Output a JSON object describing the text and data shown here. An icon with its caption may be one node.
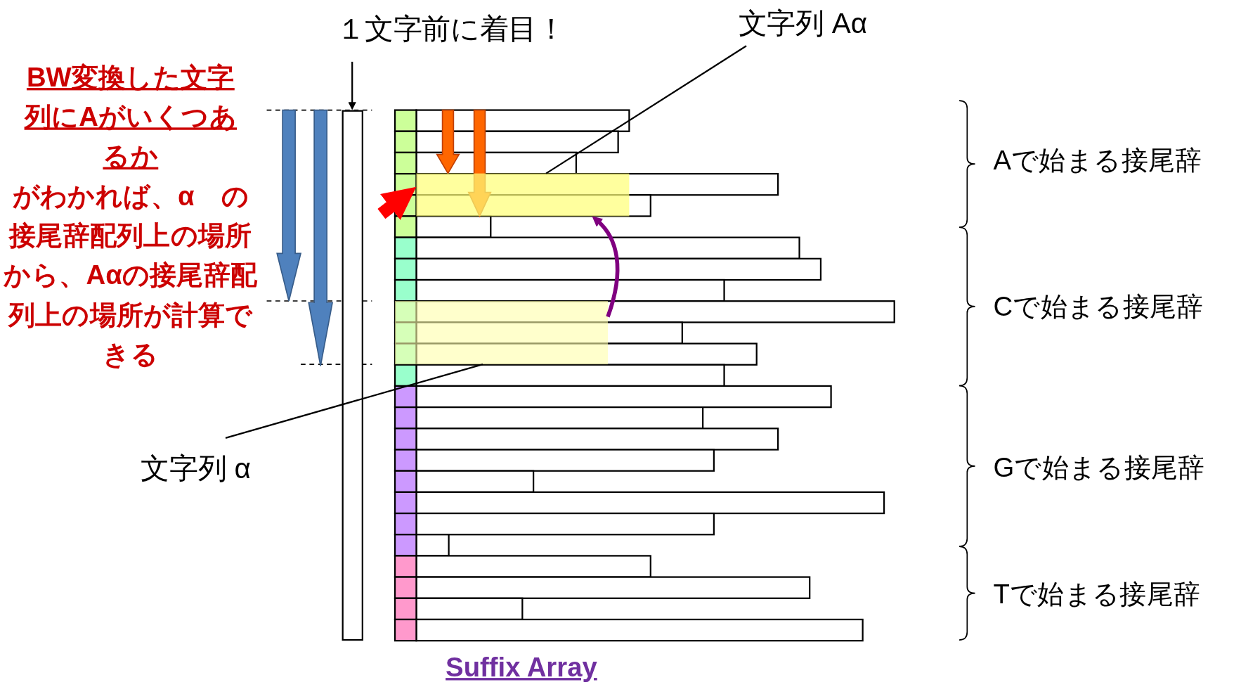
{
  "diagram": {
    "nodes": [
      {
        "text": [
          "１文字前に着目！"
        ]
      },
      {
        "text": [
          "文字列 Aα"
        ]
      },
      {
        "text": [],
        "shape": "bar"
      },
      {
        "text": [],
        "shape": "box"
      },
      {
        "text": [],
        "shape": "box"
      },
      {
        "text": [
          "文字列 α"
        ]
      }
    ],
    "edges": [
      {
        "from": 0,
        "to": 2,
        "arrow": "to"
      },
      {
        "from": 1,
        "to": 3,
        "arrow": "none"
      },
      {
        "from": 5,
        "to": 4,
        "arrow": "none"
      },
      {
        "from": 4,
        "to": 3,
        "arrow": "to",
        "style": "thick",
        "color": "#800080"
      },
      {
        "from": null,
        "to": 3,
        "arrow": "to",
        "style": "thick",
        "color": "#ff0000"
      }
    ],
    "labels": [
      "BW変換した文字列にAがいくつあるか",
      "がわかれば、α　の接尾辞配列上の場所から、Aαの接尾辞配列上の場所が計算できる",
      "Aで始まる接尾辞",
      "Cで始まる接尾辞",
      "Gで始まる接尾辞",
      "Tで始まる接尾辞",
      "Suffix Array"
    ]
  }
}
